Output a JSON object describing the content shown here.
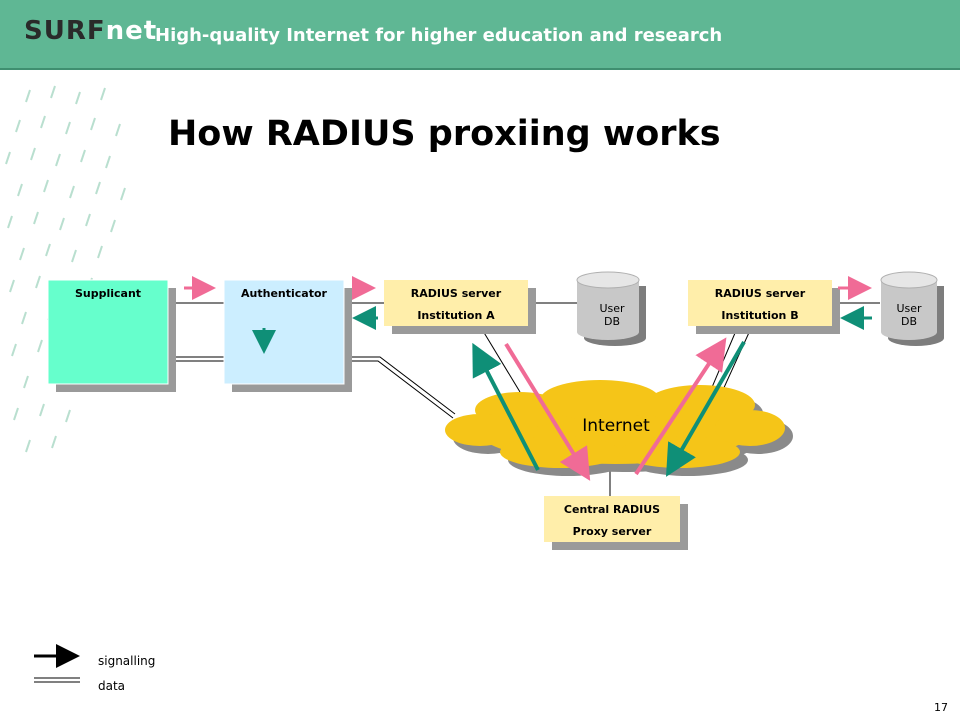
{
  "header": {
    "logo_main": "SURF",
    "logo_net": "net",
    "tagline": "High-quality Internet for higher education and research"
  },
  "title": "How RADIUS proxiing works",
  "nodes": {
    "supplicant": "Supplicant",
    "authenticator": "Authenticator",
    "radius_a_line1": "RADIUS server",
    "radius_a_line2": "Institution A",
    "radius_b_line1": "RADIUS server",
    "radius_b_line2": "Institution B",
    "userdb_a_line1": "User",
    "userdb_a_line2": "DB",
    "userdb_b_line1": "User",
    "userdb_b_line2": "DB",
    "internet": "Internet",
    "central_line1": "Central RADIUS",
    "central_line2": "Proxy server"
  },
  "legend": {
    "signalling": "signalling",
    "data": "data"
  },
  "page_number": "17",
  "colors": {
    "header": "#5fb794",
    "supplicant": "#66ffcc",
    "authenticator": "#cceeff",
    "radius_box": "#ffeeaa",
    "cloud": "#f5c518",
    "arrow_pink": "#f06b96",
    "arrow_teal": "#0f8f77"
  }
}
